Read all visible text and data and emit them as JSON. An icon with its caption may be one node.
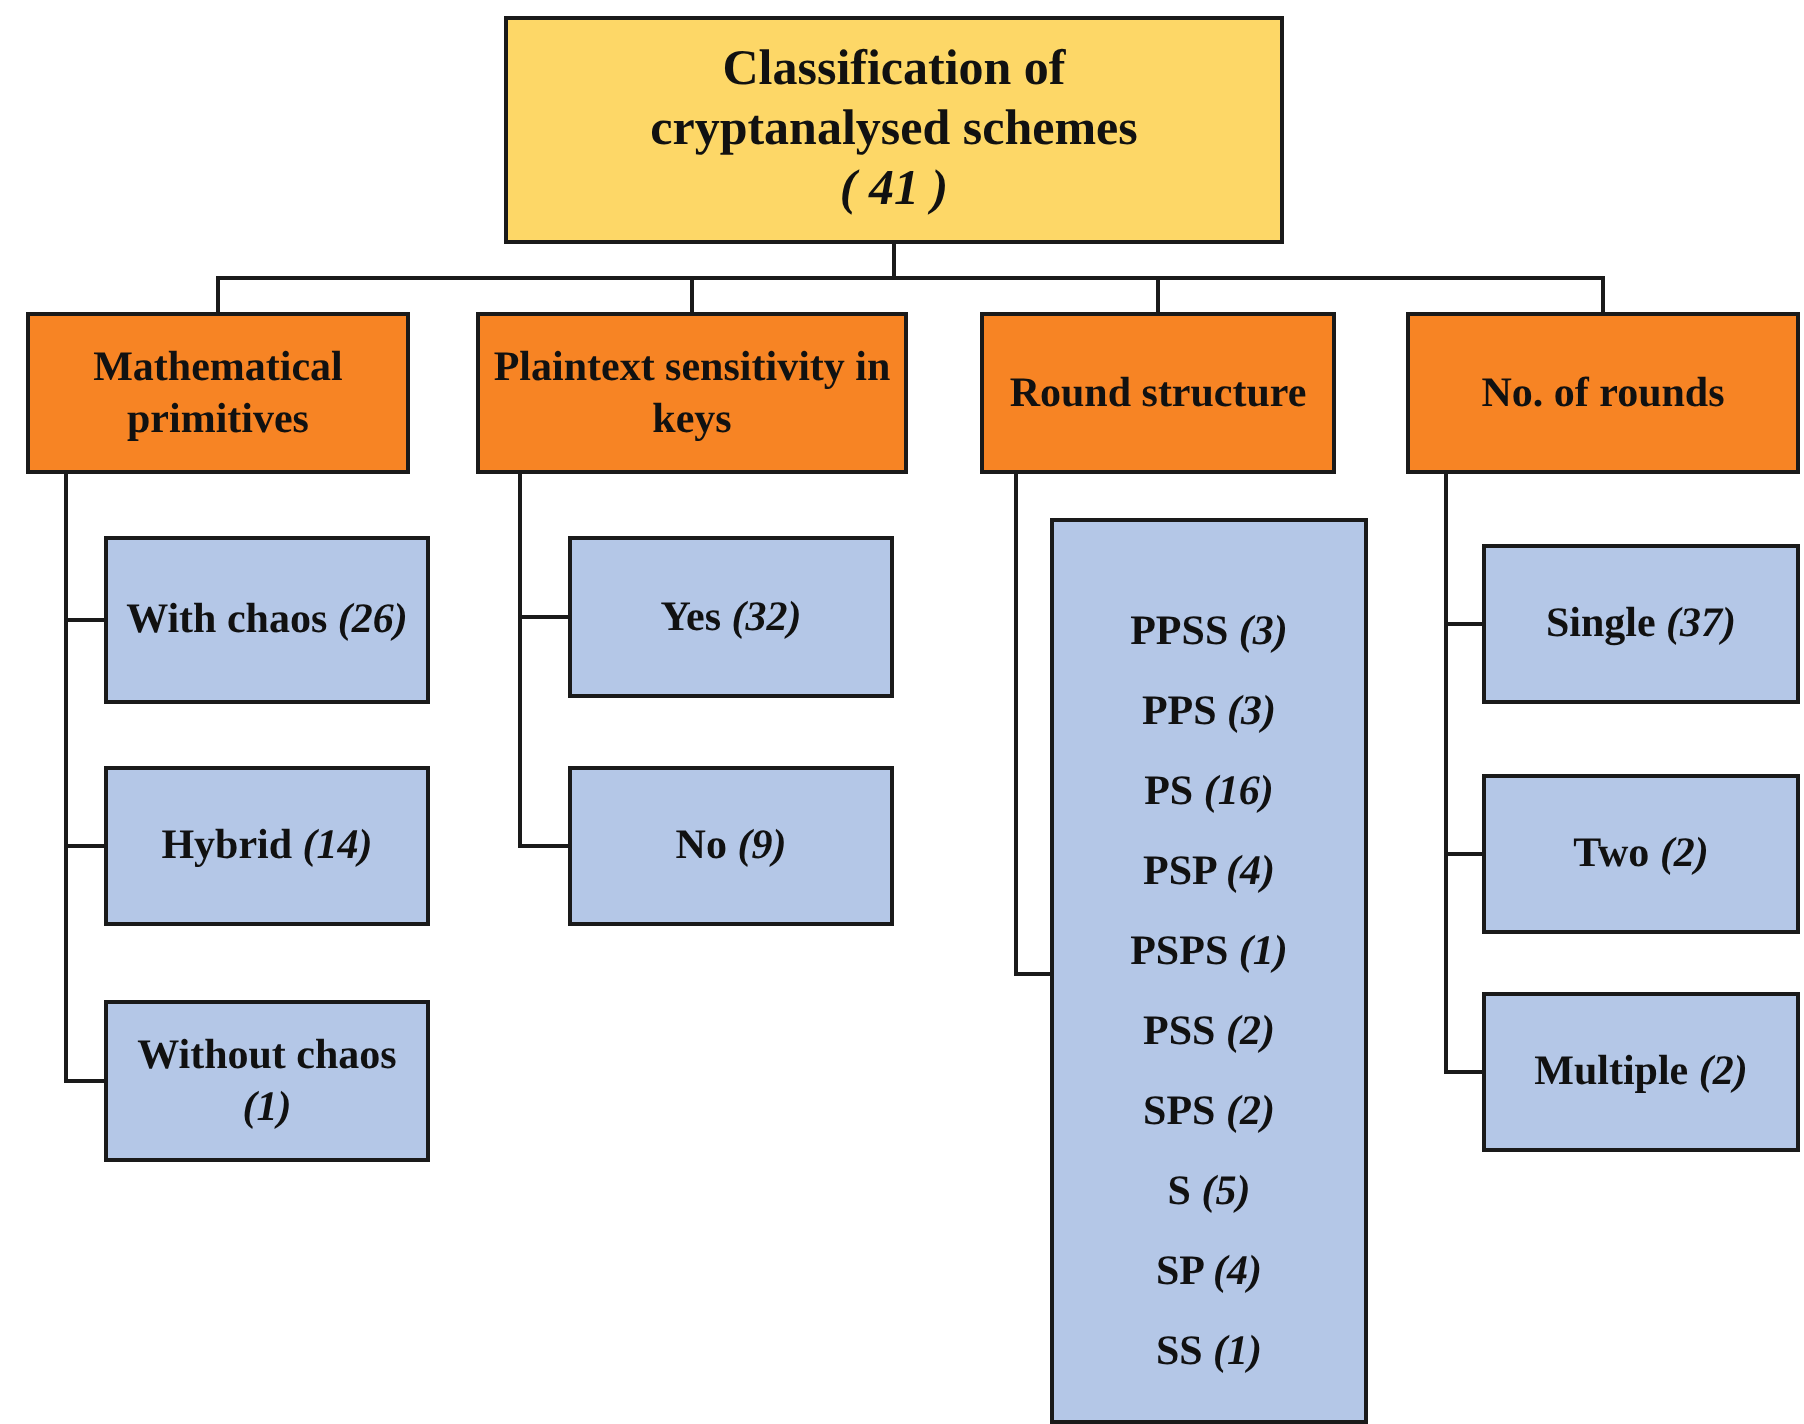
{
  "diagram": {
    "nodes": [
      {
        "text": [
          "Classification of cryptanalysed schemes",
          "( 41 )"
        ]
      },
      {
        "text": [
          "Mathematical primitives"
        ]
      },
      {
        "text": [
          "Plaintext sensitivity in keys"
        ]
      },
      {
        "text": [
          "Round structure"
        ]
      },
      {
        "text": [
          "No. of rounds"
        ]
      },
      {
        "text": [
          "With chaos *(26)*"
        ]
      },
      {
        "text": [
          "Hybrid *(14)*"
        ]
      },
      {
        "text": [
          "Without chaos *(1)*"
        ]
      },
      {
        "text": [
          "Yes *(32)*"
        ]
      },
      {
        "text": [
          "No *(9)*"
        ]
      },
      {
        "text": [
          "PPSS *(3)*",
          "PPS *(3)*",
          "PS *(16)*",
          "PSP *(4)*",
          "PSPS *(1)*",
          "PSS *(2)*",
          "SPS *(2)*",
          "S *(5)*",
          "SP *(4)*",
          "SS *(1)*"
        ]
      },
      {
        "text": [
          "Single *(37)*"
        ]
      },
      {
        "text": [
          "Two *(2)*"
        ]
      },
      {
        "text": [
          "Multiple *(2)*"
        ]
      }
    ],
    "edges": [
      {
        "from": 0,
        "to": 1,
        "arrow": "none"
      },
      {
        "from": 0,
        "to": 2,
        "arrow": "none"
      },
      {
        "from": 0,
        "to": 3,
        "arrow": "none"
      },
      {
        "from": 0,
        "to": 4,
        "arrow": "none"
      },
      {
        "from": 1,
        "to": 5,
        "arrow": "none"
      },
      {
        "from": 1,
        "to": 6,
        "arrow": "none"
      },
      {
        "from": 1,
        "to": 7,
        "arrow": "none"
      },
      {
        "from": 2,
        "to": 8,
        "arrow": "none"
      },
      {
        "from": 2,
        "to": 9,
        "arrow": "none"
      },
      {
        "from": 3,
        "to": 10,
        "arrow": "none"
      },
      {
        "from": 4,
        "to": 11,
        "arrow": "none"
      },
      {
        "from": 4,
        "to": 12,
        "arrow": "none"
      },
      {
        "from": 4,
        "to": 13,
        "arrow": "none"
      }
    ]
  }
}
